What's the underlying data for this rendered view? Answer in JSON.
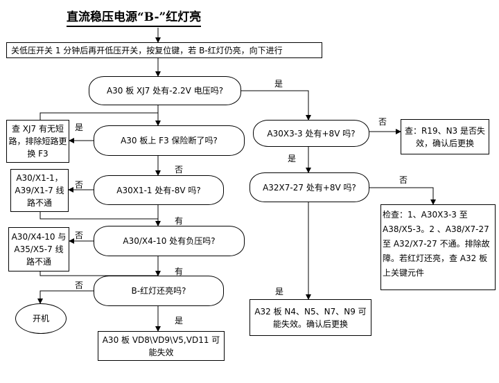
{
  "title": "直流稳压电源“B-”红灯亮",
  "steps": {
    "start": "关低压开关 1 分钟后再开低压开关，按复位键，若 B-红灯仍亮，向下进行",
    "q_xj7": "A30 板 XJ7 处有-2.2V 电压吗?",
    "q_f3": "A30 板上 F3 保险断了吗?",
    "q_x1": "A30X1-1 处有-8V 吗?",
    "q_x4": "A30/X4-10 处有负压吗?",
    "q_led": "B-红灯还亮吗?",
    "q_x3": "A30X3-3 处有+8V 吗?",
    "q_x7": "A32X7-27 处有+8V 吗?",
    "act_f3": "查 XJ7 有无短路，排除短路更换 F3",
    "act_x1": "A30/X1-1，A39/X1-7 线路不通",
    "act_x4": "A30/X4-10 与 A35/X5-7 线路不通",
    "act_boot": "开机",
    "act_vd": "A30 板 VD8\\VD9\\V5,VD11 可能失效",
    "act_r19": "查：R19、N3 是否失效，确认后更换",
    "act_check": "检查：1、A30X3-3 至 A38/X5-3。2 、A38/X7-27 至 A32/X7-27 不通。排除故障。若红灯还亮，查 A32 板上关键元件",
    "act_a32": "A32 板 N4、N5、N7、N9 可能失效。确认后更换"
  },
  "labels": {
    "yes_xj7": "是",
    "yes_f3": "是",
    "no_f3": "否",
    "no_x1": "否",
    "yes_x1": "有",
    "no_x4": "否",
    "yes_x4": "有",
    "no_led": "否",
    "yes_led": "是",
    "no_x3": "否",
    "yes_x3": "是",
    "no_x7": "否",
    "yes_x7": "是"
  }
}
